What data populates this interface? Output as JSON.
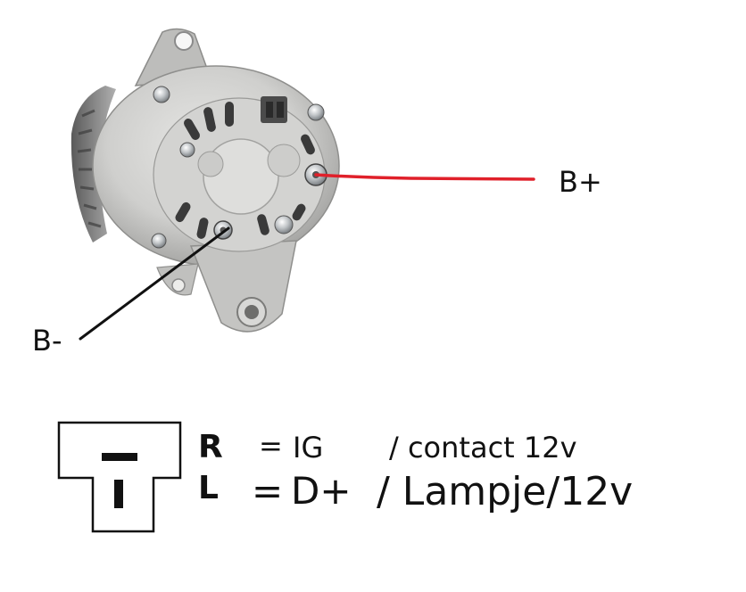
{
  "terminals": {
    "b_plus": "B+",
    "b_minus": "B-"
  },
  "connector": {
    "rows": [
      {
        "pin": "R",
        "equals": "=",
        "code": "IG",
        "description": "/ contact 12v"
      },
      {
        "pin": "L",
        "equals": "=",
        "code": "D+",
        "description": "/ Lampje/12v"
      }
    ]
  },
  "colors": {
    "b_plus_wire": "#e0202a",
    "b_minus_wire": "#111111",
    "alternator_body": "#c9c9c9"
  }
}
